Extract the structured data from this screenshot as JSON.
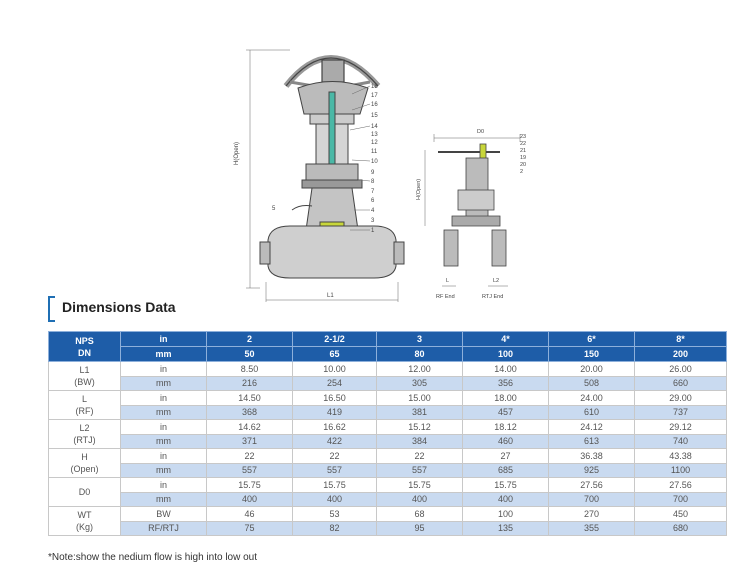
{
  "section": {
    "title": "Dimensions Data"
  },
  "drawing": {
    "main_labels": [
      "18",
      "17",
      "16",
      "15",
      "14",
      "13",
      "12",
      "11",
      "10",
      "9",
      "8",
      "7",
      "6",
      "4",
      "3",
      "1"
    ],
    "side_label_5": "5",
    "h_label": "H(Open)",
    "l1_label": "L1",
    "side_labels": [
      "23",
      "22",
      "21",
      "19",
      "20",
      "2"
    ],
    "d0_label": "D0",
    "h2_label": "H(Open)",
    "l_label": "L",
    "l2_label": "L2",
    "rf_end": "RF End",
    "rtj_end": "RTJ End"
  },
  "table": {
    "corner": [
      "NPS",
      "DN"
    ],
    "unit_in": "in",
    "unit_mm": "mm",
    "nps": [
      "2",
      "2-1/2",
      "3",
      "4*",
      "6*",
      "8*"
    ],
    "dn": [
      "50",
      "65",
      "80",
      "100",
      "150",
      "200"
    ],
    "groups": [
      {
        "label": [
          "L1",
          "(BW)"
        ],
        "rows": [
          {
            "unit": "in",
            "values": [
              "8.50",
              "10.00",
              "12.00",
              "14.00",
              "20.00",
              "26.00"
            ]
          },
          {
            "unit": "mm",
            "values": [
              "216",
              "254",
              "305",
              "356",
              "508",
              "660"
            ]
          }
        ]
      },
      {
        "label": [
          "L",
          "(RF)"
        ],
        "rows": [
          {
            "unit": "in",
            "values": [
              "14.50",
              "16.50",
              "15.00",
              "18.00",
              "24.00",
              "29.00"
            ]
          },
          {
            "unit": "mm",
            "values": [
              "368",
              "419",
              "381",
              "457",
              "610",
              "737"
            ]
          }
        ]
      },
      {
        "label": [
          "L2",
          "(RTJ)"
        ],
        "rows": [
          {
            "unit": "in",
            "values": [
              "14.62",
              "16.62",
              "15.12",
              "18.12",
              "24.12",
              "29.12"
            ]
          },
          {
            "unit": "mm",
            "values": [
              "371",
              "422",
              "384",
              "460",
              "613",
              "740"
            ]
          }
        ]
      },
      {
        "label": [
          "H",
          "(Open)"
        ],
        "rows": [
          {
            "unit": "in",
            "values": [
              "22",
              "22",
              "22",
              "27",
              "36.38",
              "43.38"
            ]
          },
          {
            "unit": "mm",
            "values": [
              "557",
              "557",
              "557",
              "685",
              "925",
              "1100"
            ]
          }
        ]
      },
      {
        "label": [
          "D0",
          ""
        ],
        "rows": [
          {
            "unit": "in",
            "values": [
              "15.75",
              "15.75",
              "15.75",
              "15.75",
              "27.56",
              "27.56"
            ]
          },
          {
            "unit": "mm",
            "values": [
              "400",
              "400",
              "400",
              "400",
              "700",
              "700"
            ]
          }
        ]
      },
      {
        "label": [
          "WT",
          "(Kg)"
        ],
        "rows": [
          {
            "unit": "BW",
            "values": [
              "46",
              "53",
              "68",
              "100",
              "270",
              "450"
            ]
          },
          {
            "unit": "RF/RTJ",
            "values": [
              "75",
              "82",
              "95",
              "135",
              "355",
              "680"
            ]
          }
        ]
      }
    ]
  },
  "footnote": "*Note:show the nedium flow is high into low out",
  "colors": {
    "header_bg": "#1e5da8",
    "alt_row": "#c9daf0",
    "bracket": "#1f6fb4"
  }
}
